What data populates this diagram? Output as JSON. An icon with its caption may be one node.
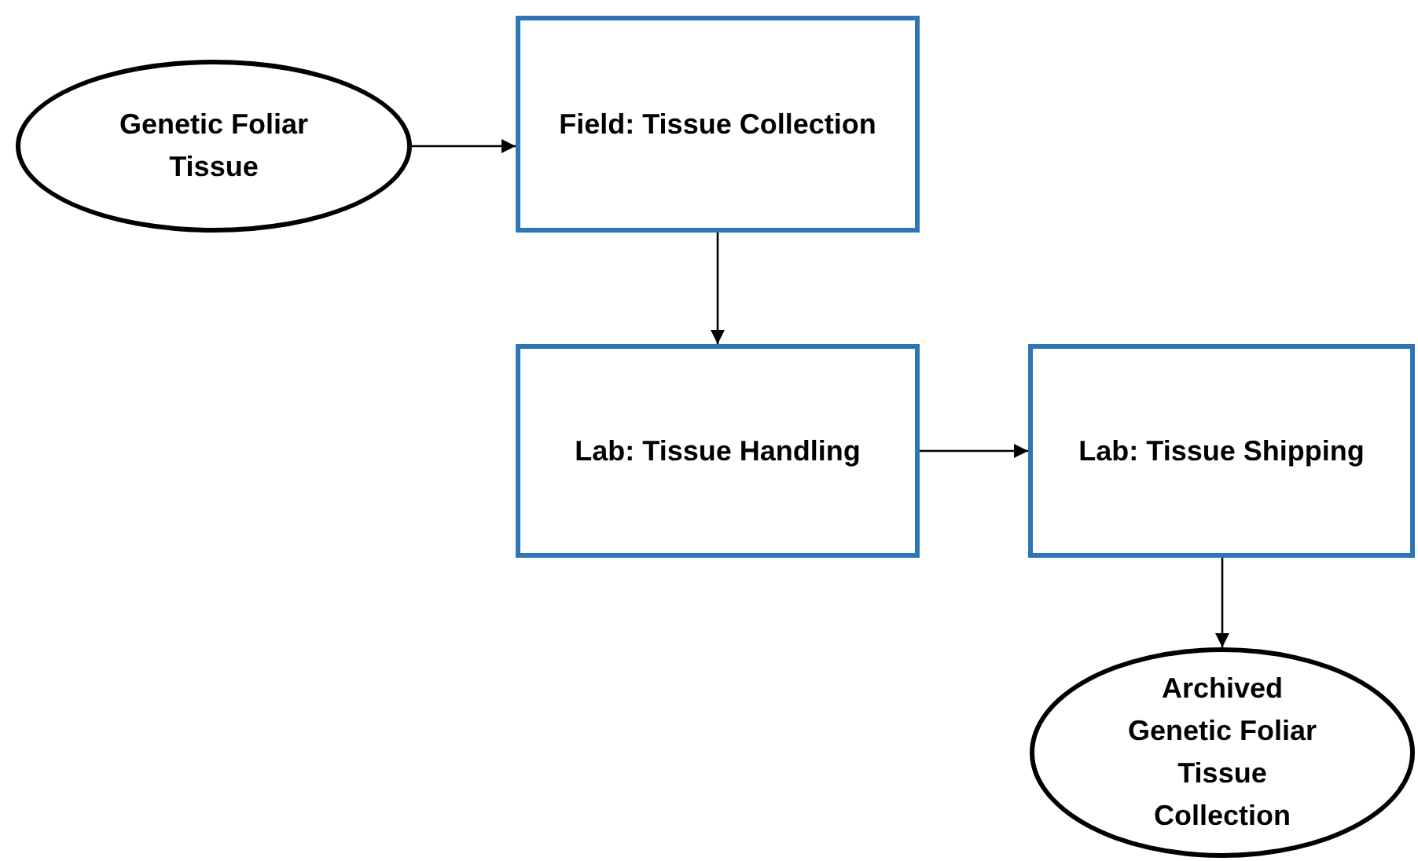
{
  "diagram": {
    "nodes": [
      {
        "text": [
          "Genetic Foliar Tissue"
        ]
      },
      {
        "text": [
          "Field: Tissue Collection"
        ]
      },
      {
        "text": [
          "Lab: Tissue Handling"
        ]
      },
      {
        "text": [
          "Lab: Tissue Shipping"
        ]
      },
      {
        "text": [
          "Archived Genetic Foliar Tissue Collection"
        ]
      }
    ],
    "edges": [
      {
        "from": 0,
        "to": 1,
        "arrow": "to"
      },
      {
        "from": 1,
        "to": 2,
        "arrow": "to"
      },
      {
        "from": 2,
        "to": 3,
        "arrow": "to"
      },
      {
        "from": 3,
        "to": 4,
        "arrow": "to"
      }
    ]
  }
}
